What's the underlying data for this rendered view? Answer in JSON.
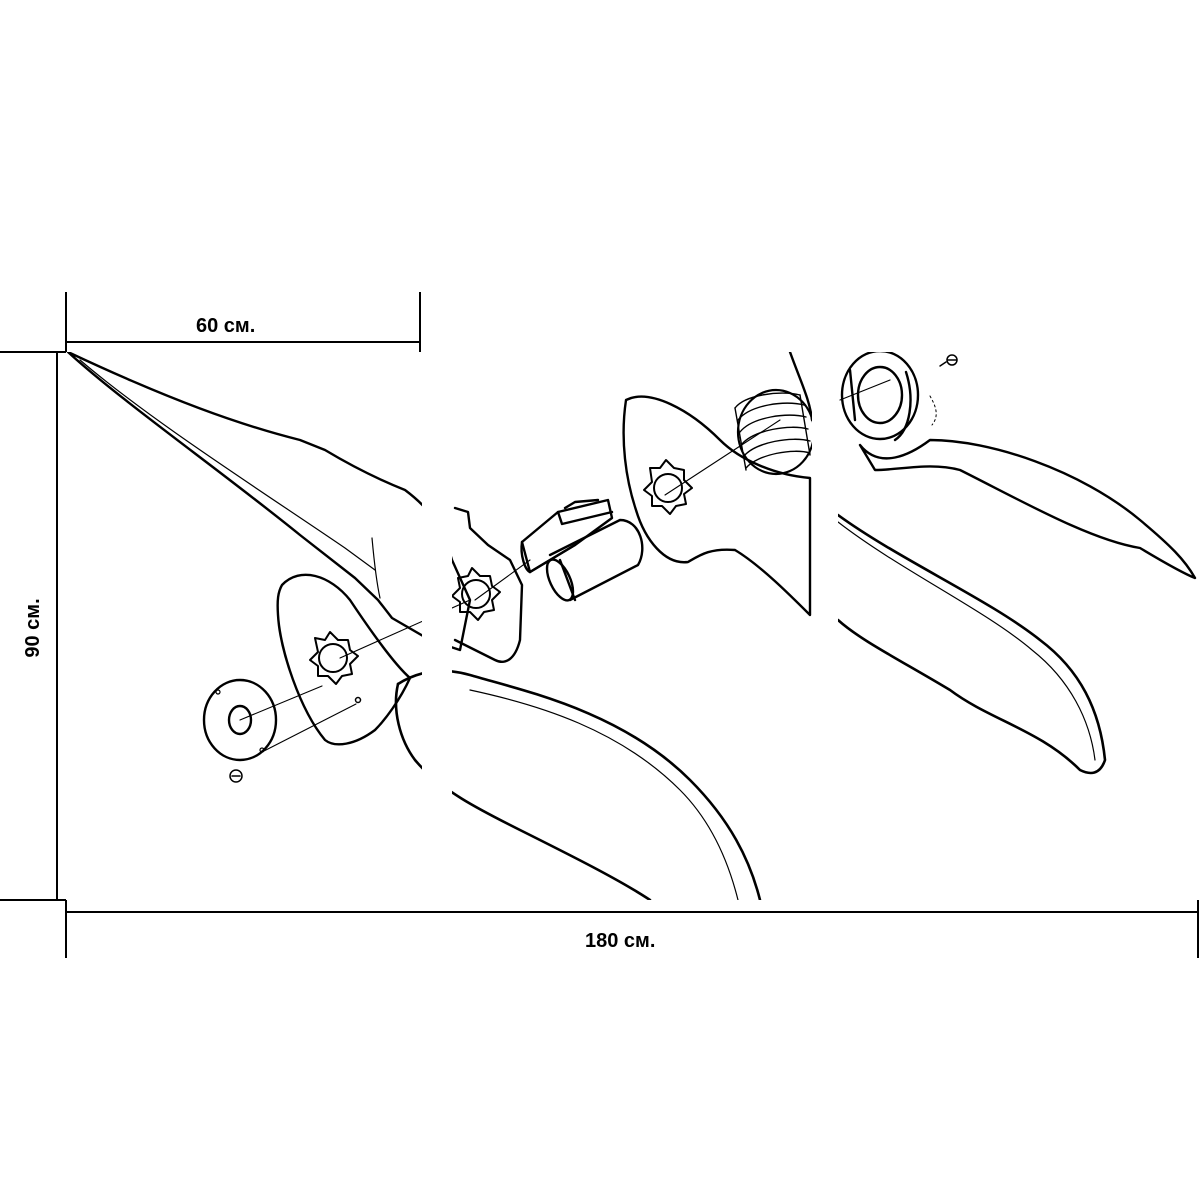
{
  "dimensions": {
    "panel_width": "60 см.",
    "height": "90 см.",
    "total_width": "180 см."
  },
  "artwork": {
    "subject": "exploded-knife-line-art",
    "panel_count": 3,
    "line_color": "#000000",
    "background_color": "#ffffff"
  }
}
